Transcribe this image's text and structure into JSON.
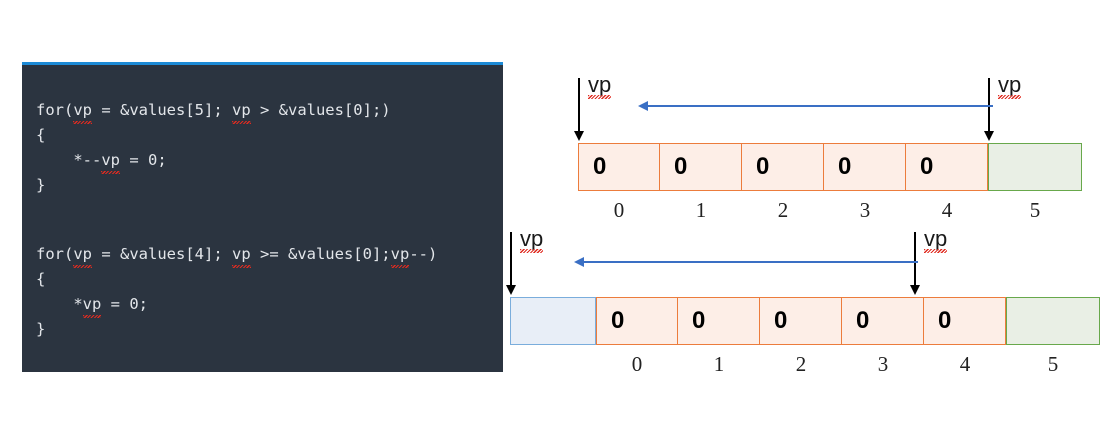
{
  "code_panel": {
    "accent_color": "#1c8ad6",
    "background_color": "#2b3440",
    "text_color": "#e3e6ea",
    "blocks": [
      {
        "id": "loop-predecrement",
        "lines": [
          "for(vp = &values[5]; vp > &values[0];)",
          "{",
          "    *--vp = 0;",
          "}"
        ]
      },
      {
        "id": "loop-postdecrement",
        "lines": [
          "for(vp = &values[4]; vp >= &values[0];vp--)",
          "{",
          "    *vp = 0;",
          "}"
        ]
      }
    ]
  },
  "diagrams": [
    {
      "id": "diagram-top",
      "pointer_start_label": "vp",
      "pointer_end_label": "vp",
      "cells": [
        {
          "index": "0",
          "value": "0",
          "style": "filled"
        },
        {
          "index": "1",
          "value": "0",
          "style": "filled"
        },
        {
          "index": "2",
          "value": "0",
          "style": "filled"
        },
        {
          "index": "3",
          "value": "0",
          "style": "filled"
        },
        {
          "index": "4",
          "value": "0",
          "style": "filled"
        },
        {
          "index": "5",
          "value": "",
          "style": "green"
        }
      ],
      "leading_blue_cell": false,
      "sweep_direction": "left",
      "sweep_color": "#3a6fc4"
    },
    {
      "id": "diagram-bottom",
      "pointer_start_label": "vp",
      "pointer_end_label": "vp",
      "cells": [
        {
          "index": "",
          "value": "",
          "style": "blue"
        },
        {
          "index": "0",
          "value": "0",
          "style": "filled"
        },
        {
          "index": "1",
          "value": "0",
          "style": "filled"
        },
        {
          "index": "2",
          "value": "0",
          "style": "filled"
        },
        {
          "index": "3",
          "value": "0",
          "style": "filled"
        },
        {
          "index": "4",
          "value": "0",
          "style": "filled"
        },
        {
          "index": "5",
          "value": "",
          "style": "green"
        }
      ],
      "leading_blue_cell": true,
      "sweep_direction": "left",
      "sweep_color": "#3a6fc4"
    }
  ],
  "colors": {
    "filled_cell_fill": "#fdeee7",
    "filled_cell_border": "#ec7c3c",
    "green_cell_fill": "#e9efe5",
    "green_cell_border": "#68a84b",
    "blue_cell_fill": "#e8eef7",
    "blue_cell_border": "#7aaddc",
    "arrow_black": "#000000",
    "sweep_blue": "#3a6fc4",
    "spellcheck_red": "#e02b20"
  }
}
